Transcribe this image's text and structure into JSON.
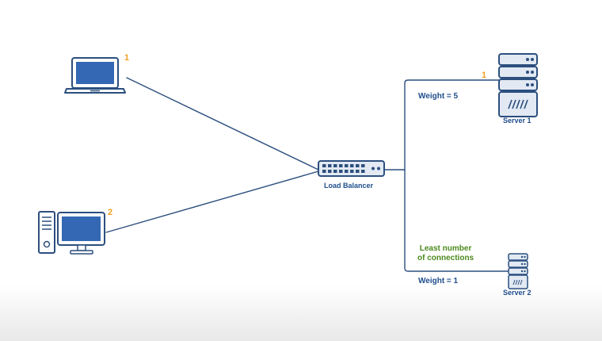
{
  "colors": {
    "line": "#2c4f7e",
    "device": "#2c4f7e",
    "screen": "#3568b4",
    "server_fill": "#e2e9f3",
    "badge": "#f0a020",
    "weight": "#1f4e8c",
    "note": "#4b8a1e"
  },
  "clients": [
    {
      "number": "1",
      "icon": "laptop-icon"
    },
    {
      "number": "2",
      "icon": "desktop-computer-icon"
    }
  ],
  "load_balancer": {
    "label": "Load Balancer",
    "icon": "switch-icon"
  },
  "servers": [
    {
      "label": "Server 1",
      "weight": "Weight = 5",
      "number": "1",
      "icon": "server-rack-icon"
    },
    {
      "label": "Server 2",
      "weight": "Weight = 1",
      "note_line1": "Least number",
      "note_line2": "of connections",
      "icon": "server-rack-icon"
    }
  ]
}
